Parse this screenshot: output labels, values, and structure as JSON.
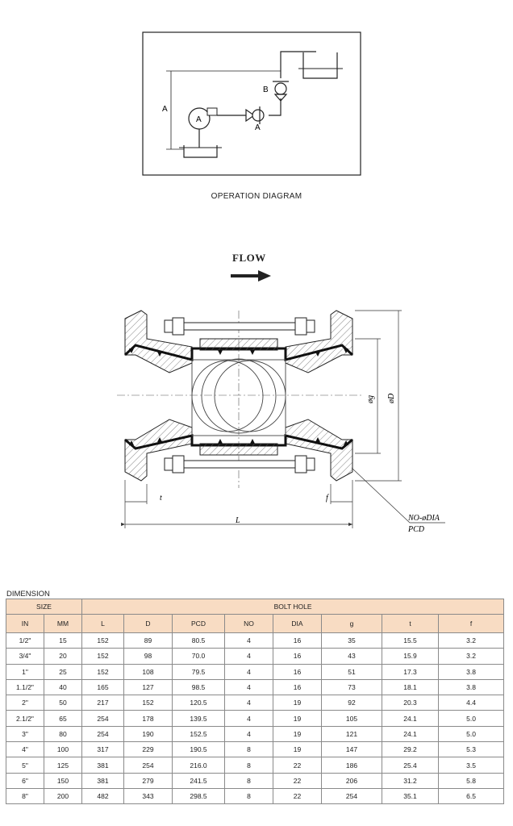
{
  "operation_diagram": {
    "caption": "OPERATION DIAGRAM",
    "labels": {
      "a_dimension": "A",
      "pump": "A",
      "valve_a": "A",
      "valve_b": "B"
    }
  },
  "flow": {
    "label": "FLOW"
  },
  "section": {
    "labels": {
      "t": "t",
      "f": "f",
      "L": "L",
      "g": "øg",
      "D": "øD",
      "no_dia": "NO-øDIA",
      "pcd": "PCD"
    }
  },
  "dimension": {
    "caption": "DIMENSION",
    "group_headers": {
      "size": "SIZE",
      "bolt_hole": "BOLT HOLE"
    },
    "columns": [
      "IN",
      "MM",
      "L",
      "D",
      "PCD",
      "NO",
      "DIA",
      "g",
      "t",
      "f"
    ],
    "rows": [
      [
        "1/2\"",
        "15",
        "152",
        "89",
        "80.5",
        "4",
        "16",
        "35",
        "15.5",
        "3.2"
      ],
      [
        "3/4\"",
        "20",
        "152",
        "98",
        "70.0",
        "4",
        "16",
        "43",
        "15.9",
        "3.2"
      ],
      [
        "1\"",
        "25",
        "152",
        "108",
        "79.5",
        "4",
        "16",
        "51",
        "17.3",
        "3.8"
      ],
      [
        "1.1/2\"",
        "40",
        "165",
        "127",
        "98.5",
        "4",
        "16",
        "73",
        "18.1",
        "3.8"
      ],
      [
        "2\"",
        "50",
        "217",
        "152",
        "120.5",
        "4",
        "19",
        "92",
        "20.3",
        "4.4"
      ],
      [
        "2.1/2\"",
        "65",
        "254",
        "178",
        "139.5",
        "4",
        "19",
        "105",
        "24.1",
        "5.0"
      ],
      [
        "3\"",
        "80",
        "254",
        "190",
        "152.5",
        "4",
        "19",
        "121",
        "24.1",
        "5.0"
      ],
      [
        "4\"",
        "100",
        "317",
        "229",
        "190.5",
        "8",
        "19",
        "147",
        "29.2",
        "5.3"
      ],
      [
        "5\"",
        "125",
        "381",
        "254",
        "216.0",
        "8",
        "22",
        "186",
        "25.4",
        "3.5"
      ],
      [
        "6\"",
        "150",
        "381",
        "279",
        "241.5",
        "8",
        "22",
        "206",
        "31.2",
        "5.8"
      ],
      [
        "8\"",
        "200",
        "482",
        "343",
        "298.5",
        "8",
        "22",
        "254",
        "35.1",
        "6.5"
      ]
    ]
  }
}
